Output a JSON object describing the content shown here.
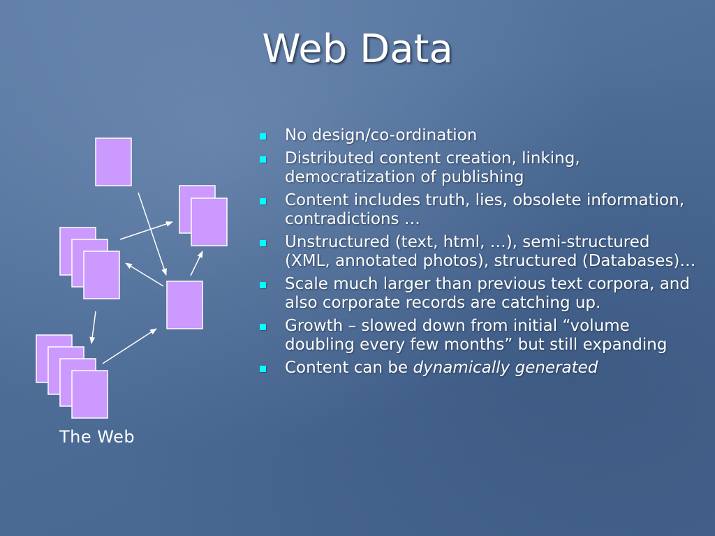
{
  "slide": {
    "title": "Web Data",
    "bullets": [
      {
        "text": "No design/co-ordination"
      },
      {
        "text": "Distributed content creation, linking, democratization of publishing"
      },
      {
        "text": "Content includes truth, lies, obsolete information, contradictions …"
      },
      {
        "text": "Unstructured (text, html, …), semi-structured (XML, annotated photos), structured (Databases)…"
      },
      {
        "text": "Scale much larger than previous text corpora, and also corporate records are catching up."
      },
      {
        "text": "Growth – slowed down from initial “volume doubling every few months” but still expanding"
      },
      {
        "text_prefix": "Content can be ",
        "text_emphasis": "dynamically generated"
      }
    ]
  },
  "diagram": {
    "caption": "The Web",
    "page_icon": "document-page-icon",
    "arrow_icon": "arrow-icon"
  },
  "colors": {
    "background": "#4f6f99",
    "title_text": "#ffffff",
    "bullet_marker": "#00ffff",
    "page_fill": "#cc99ff",
    "page_stroke": "#ffffff",
    "arrow": "#ffffff"
  }
}
